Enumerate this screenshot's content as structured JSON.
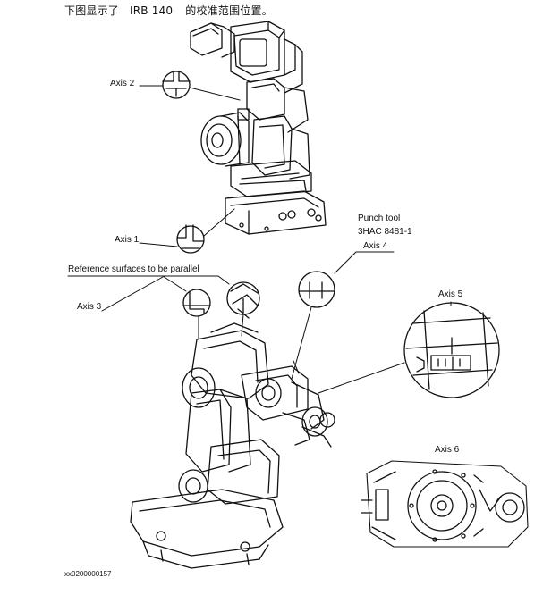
{
  "document": {
    "caption_prefix": "下图显示了",
    "caption_model": "IRB 140",
    "caption_suffix": "的校准范围位置。",
    "figure_id": "xx0200000157"
  },
  "labels": {
    "axis2": "Axis 2",
    "axis1": "Axis 1",
    "reference_surfaces": "Reference surfaces to be parallel",
    "axis3": "Axis 3",
    "punch_tool_line1": "Punch tool",
    "punch_tool_line2": "3HAC 8481-1",
    "axis4": "Axis 4",
    "axis5": "Axis 5",
    "axis6": "Axis 6"
  }
}
